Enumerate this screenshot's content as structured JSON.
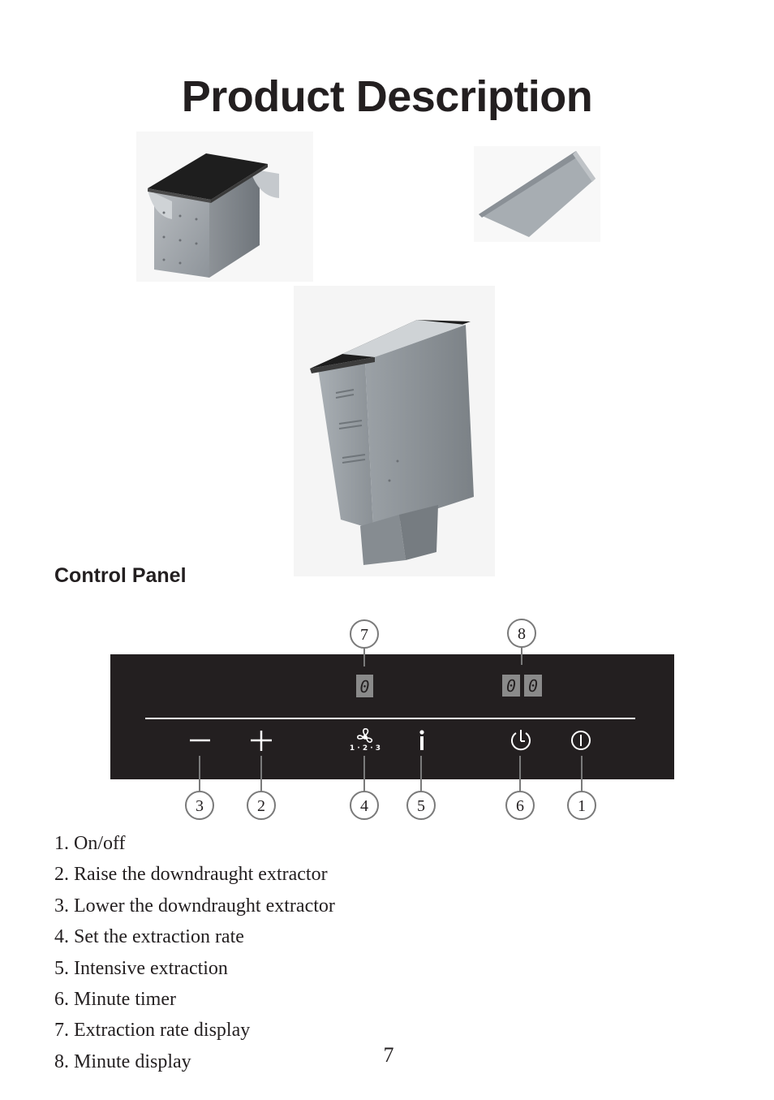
{
  "page": {
    "title": "Product Description",
    "section_heading": "Control Panel",
    "page_number": "7"
  },
  "colors": {
    "panel_background": "#231f20",
    "panel_symbols": "#ffffff",
    "display_digit": "#8a8a8a",
    "callout_stroke": "#7a7a7a",
    "metal": "#9aa0a6",
    "glass_top": "#1e1e1e"
  },
  "illustrations": [
    {
      "icon": "mounting-box-icon"
    },
    {
      "icon": "angle-bracket-icon"
    },
    {
      "icon": "extractor-housing-icon"
    }
  ],
  "control_panel": {
    "displays": [
      {
        "callout": "7",
        "icon": "extraction-rate-display-icon",
        "digits": "0"
      },
      {
        "callout": "8",
        "icon": "minute-display-icon",
        "digits": "00"
      }
    ],
    "buttons": [
      {
        "callout": "3",
        "icon": "minus-icon"
      },
      {
        "callout": "2",
        "icon": "plus-icon"
      },
      {
        "callout": "4",
        "icon": "fan-speed-icon",
        "sub_label": "1 · 2 · 3"
      },
      {
        "callout": "5",
        "icon": "info-icon"
      },
      {
        "callout": "6",
        "icon": "timer-icon"
      },
      {
        "callout": "1",
        "icon": "power-icon"
      }
    ]
  },
  "legend": [
    "1. On/off",
    "2. Raise the downdraught extractor",
    "3. Lower the downdraught extractor",
    "4. Set the extraction rate",
    "5. Intensive extraction",
    "6. Minute timer",
    "7. Extraction rate display",
    "8. Minute display"
  ]
}
